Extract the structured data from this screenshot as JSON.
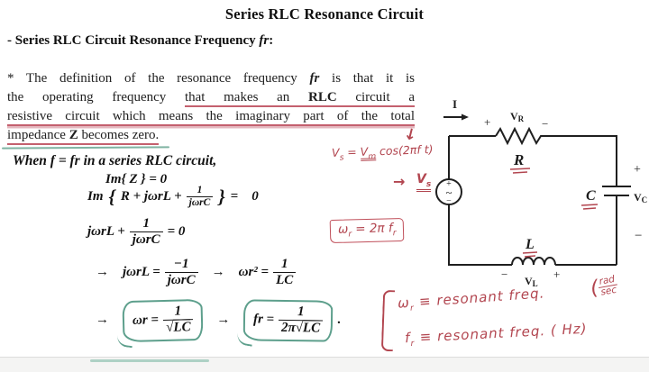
{
  "title": "Series RLC Resonance Circuit",
  "subtitle": {
    "text": "- Series RLC Circuit Resonance Frequency ",
    "fr": "fr",
    "colon": ":"
  },
  "paragraph": {
    "l1a": "* The definition of the resonance frequency ",
    "l1b": "fr",
    "l1c": " is that it is",
    "l2a": "the operating frequency ",
    "l2b": "that makes an ",
    "l2c": "RLC",
    "l2d": " circuit a",
    "l3": "resistive circuit which means the imaginary part of the total",
    "l4a": "impedance ",
    "l4b": "Z",
    "l4c": " becomes zero."
  },
  "math": {
    "when": "When f = fr in a series RLC circuit,",
    "eq1": "Im{ Z } = 0",
    "eq2": {
      "fn": "Im",
      "open": "{",
      "body": "R + jωrL +",
      "num": "1",
      "den": "jωrC",
      "close": "}",
      "eq": "=",
      "rhs": "0"
    },
    "eq3": {
      "body": "jωrL +",
      "num": "1",
      "den": "jωrC",
      "eq": "= 0"
    },
    "eq4": {
      "arr": "→",
      "lhs": "jωrL =",
      "num": "−1",
      "den": "jωrC",
      "arr2": "→",
      "lhs2": "ωr² =",
      "num2": "1",
      "den2": "LC"
    },
    "eq5": {
      "arr": "→",
      "lhs": "ωr =",
      "num": "1",
      "sqrt": "√",
      "arg": "LC",
      "arr2": "→",
      "lhs2": "fr =",
      "num2": "1",
      "pre2": "2π",
      "sqrt2": "√",
      "arg2": "LC",
      "end": "."
    }
  },
  "circuit": {
    "current": "I",
    "plus": "+",
    "minus": "−",
    "tilde": "~",
    "v": "V",
    "vr_sub": "R",
    "r": "R",
    "c": "C",
    "vc_sub": "C",
    "l": "L",
    "vl_sub": "L"
  },
  "annotations": {
    "arrow_down": "↓",
    "vs_formula": {
      "v1": "V",
      "s1": "s",
      "eq": " = ",
      "v2": "V",
      "s2": "m",
      "rest": " cos(2πf t)"
    },
    "vs_arrow": "→",
    "vs_label": {
      "v": "V",
      "s": "s"
    },
    "omega_box": {
      "a": "ω",
      "s1": "r",
      "b": " = 2π f",
      "s2": "r"
    },
    "def1": {
      "a": "ω",
      "s1": "r",
      "b": " ≡ resonant freq.",
      "paren": "(",
      "num": "rad",
      "den": "sec"
    },
    "def2": {
      "a": "f",
      "s1": "r",
      "b": " ≡ resonant freq. ( Hz)"
    }
  },
  "colors": {
    "ink": "#1b1b1b",
    "hand_red": "#b2454f",
    "hand_green": "#5d9f8c",
    "underline_red": "#c4606e",
    "underline_green": "#7fb3a2"
  }
}
